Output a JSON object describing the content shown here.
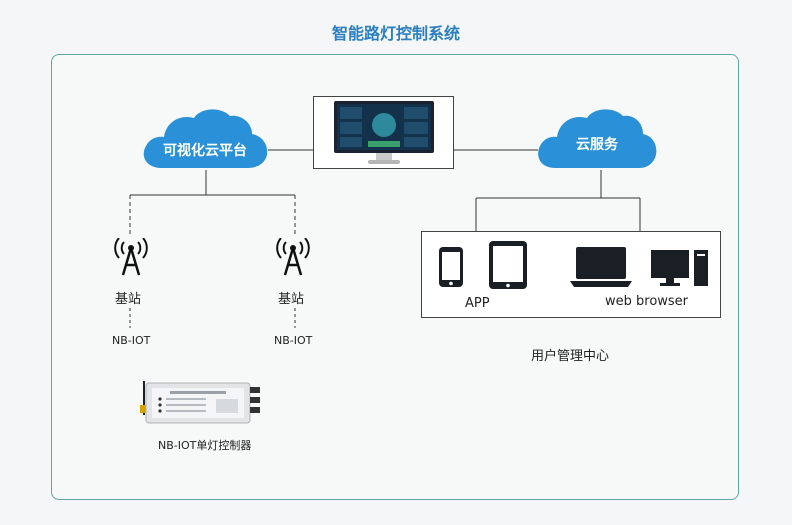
{
  "title": "智能路灯控制系统",
  "cloud_visual": "可视化云平台",
  "cloud_service": "云服务",
  "stations": [
    {
      "label": "基站",
      "protocol": "NB-IOT"
    },
    {
      "label": "基站",
      "protocol": "NB-IOT"
    }
  ],
  "devices": {
    "app_label": "APP",
    "web_label": "web browser",
    "center_label": "用户管理中心"
  },
  "controller_label": "NB-IOT单灯控制器",
  "colors": {
    "accent": "#2b7fc1",
    "cloud": "#2a91d8",
    "frame": "#5fa7a5"
  }
}
